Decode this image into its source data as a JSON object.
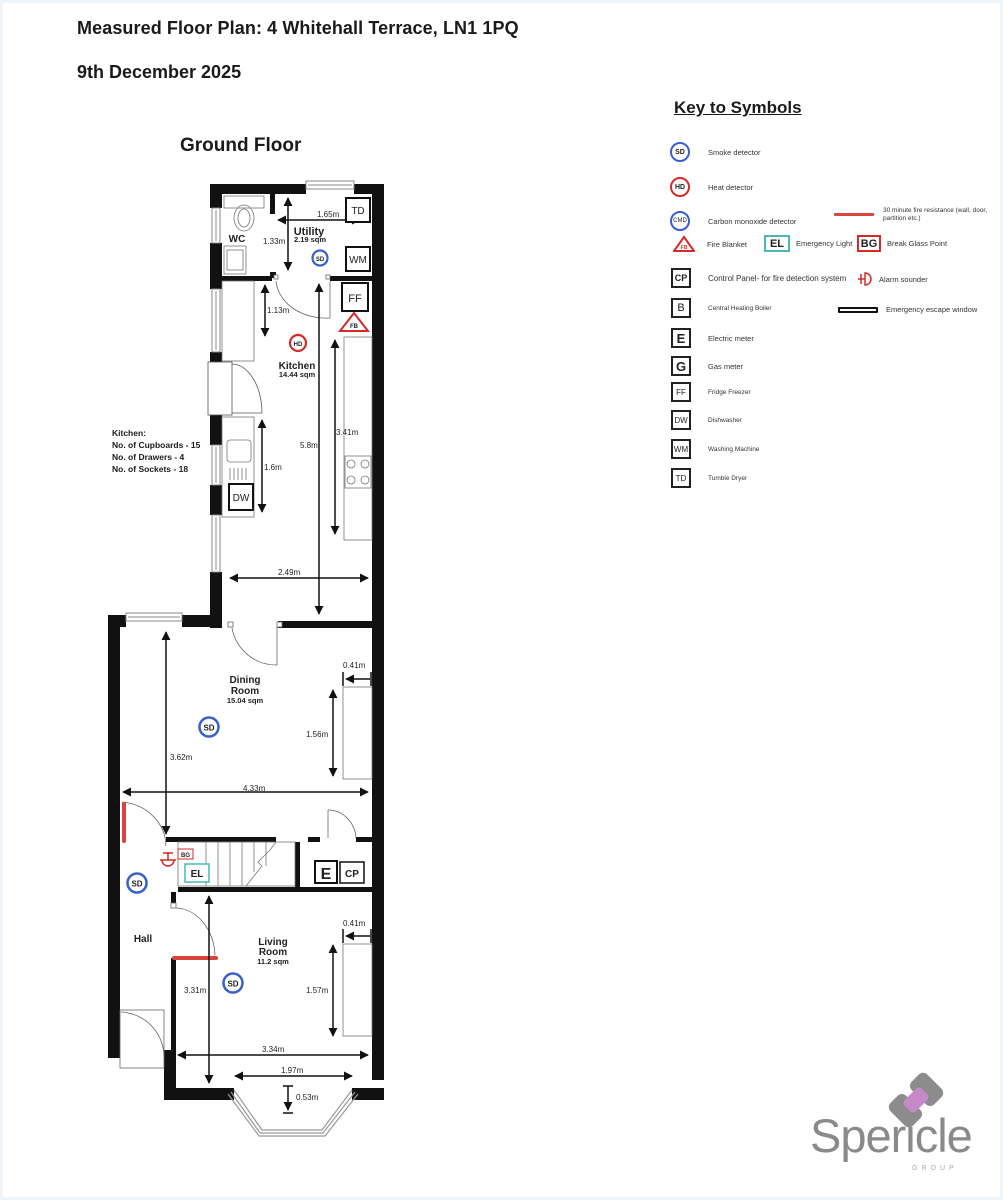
{
  "header": {
    "title": "Measured Floor Plan: 4 Whitehall Terrace, LN1 1PQ",
    "date": "9th December 2025"
  },
  "plan": {
    "floor_title": "Ground Floor",
    "rooms": [
      {
        "id": "wc",
        "name": "WC",
        "area": ""
      },
      {
        "id": "utility",
        "name": "Utility",
        "area": "2.19 sqm"
      },
      {
        "id": "kitchen",
        "name": "Kitchen",
        "area": "14.44 sqm"
      },
      {
        "id": "dining",
        "name_line1": "Dining",
        "name_line2": "Room",
        "area": "15.04 sqm"
      },
      {
        "id": "hall",
        "name": "Hall",
        "area": ""
      },
      {
        "id": "living",
        "name_line1": "Living",
        "name_line2": "Room",
        "area": "11.2 sqm"
      }
    ],
    "dimensions": {
      "utility_width": "1.65m",
      "utility_height": "1.33m",
      "kitchen_window_run": "1.13m",
      "kitchen_length": "5.8m",
      "kitchen_worktop": "3.41m",
      "kitchen_sink_run": "1.6m",
      "kitchen_width": "2.49m",
      "dining_alcove_depth": "0.41m",
      "dining_alcove_length": "1.56m",
      "dining_length": "3.62m",
      "dining_width": "4.33m",
      "living_alcove_depth": "0.41m",
      "living_alcove_length": "1.57m",
      "living_length": "3.31m",
      "living_width": "3.34m",
      "bay_width": "1.97m",
      "bay_depth": "0.53m"
    },
    "symbols": {
      "td": "TD",
      "wm": "WM",
      "ff": "FF",
      "fb": "FB",
      "dw": "DW",
      "sd": "SD",
      "hd": "HD",
      "e": "E",
      "cp": "CP",
      "el": "EL",
      "bg": "BG"
    },
    "kitchen_notes": {
      "heading": "Kitchen:",
      "cupboards": "No. of Cupboards - 15",
      "drawers": "No. of Drawers - 4",
      "sockets": "No. of Sockets - 18"
    }
  },
  "key": {
    "title": "Key to Symbols",
    "items": [
      {
        "symbol": "SD",
        "label": "Smoke detector"
      },
      {
        "symbol": "HD",
        "label": "Heat detector"
      },
      {
        "symbol": "CMD",
        "label": "Carbon monoxide detector"
      },
      {
        "symbol": "red-line",
        "label": "30 minute fire resistance (wall, door, partition etc.)"
      },
      {
        "symbol": "FB",
        "label": "Fire Blanket"
      },
      {
        "symbol": "EL",
        "label": "Emergency Light"
      },
      {
        "symbol": "BG",
        "label": "Break Glass Point"
      },
      {
        "symbol": "CP",
        "label": "Control Panel- for fire detection system"
      },
      {
        "symbol": "alarm",
        "label": "Alarm sounder"
      },
      {
        "symbol": "B",
        "label": "Central Heating Boiler"
      },
      {
        "symbol": "escape-window",
        "label": "Emergency escape window"
      },
      {
        "symbol": "E",
        "label": "Electric meter"
      },
      {
        "symbol": "G",
        "label": "Gas meter"
      },
      {
        "symbol": "FF",
        "label": "Fridge Freezer"
      },
      {
        "symbol": "DW",
        "label": "Dishwasher"
      },
      {
        "symbol": "WM",
        "label": "Washing Machine"
      },
      {
        "symbol": "TD",
        "label": "Tumble Dryer"
      }
    ]
  },
  "colors": {
    "smoke_detector": "#3a5fcd",
    "heat_detector": "#d62a2a",
    "fire_resistance": "#d9443c",
    "emergency_light": "#4ab8b8",
    "wall": "#111111",
    "logo_grey": "#8a8a8a",
    "logo_pink": "#c48ac8"
  },
  "logo": {
    "word": "Spericle",
    "sub": "GROUP"
  }
}
